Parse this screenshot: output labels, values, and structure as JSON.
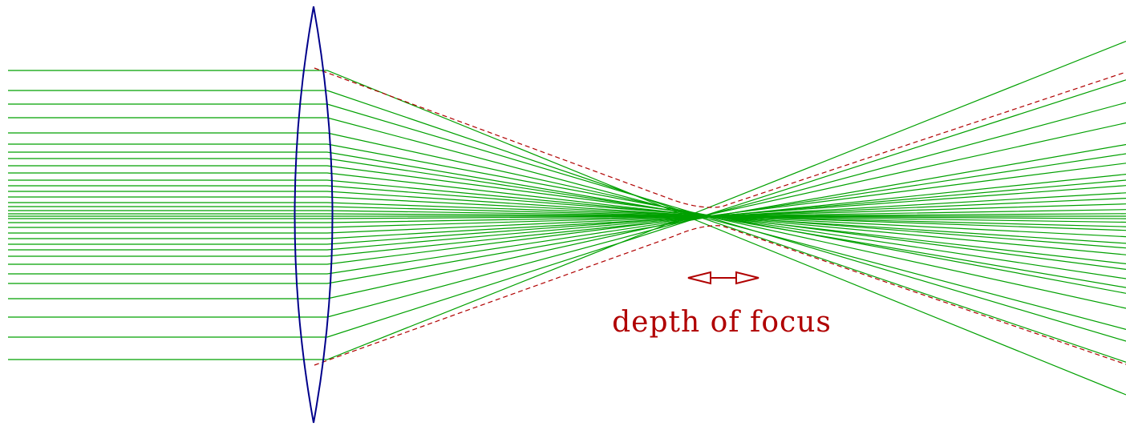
{
  "diagram": {
    "label": "depth of focus",
    "colors": {
      "lens": "#00008b",
      "rays": "#00a000",
      "envelope": "#b00000",
      "arrow": "#b00000",
      "label": "#b00000",
      "background": "#ffffff"
    },
    "elements": {
      "lens": "biconvex-lens",
      "rays": "parallel-light-rays-focused",
      "envelope": "dashed-marginal-ray-envelope",
      "arrow": "double-headed-arrow"
    }
  }
}
